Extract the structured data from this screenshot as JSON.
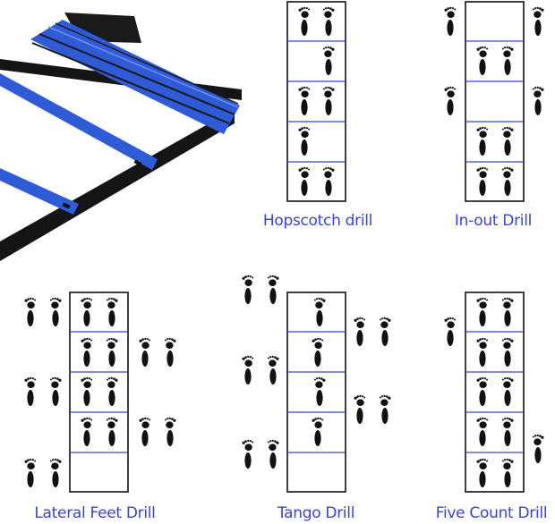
{
  "colors": {
    "caption": "#3b43c9",
    "rung_blue": "#2f5bd6",
    "foot": "#111111",
    "strap": "#151515"
  },
  "icons": {
    "photo": "agility-ladder-photo",
    "foot": "footprint-icon"
  },
  "drills": [
    {
      "id": "hopscotch",
      "title": "Hopscotch drill"
    },
    {
      "id": "in-out",
      "title": "In-out Drill"
    },
    {
      "id": "lateral-feet",
      "title": "Lateral Feet Drill"
    },
    {
      "id": "tango",
      "title": "Tango Drill"
    },
    {
      "id": "five-count",
      "title": "Five Count Drill"
    }
  ]
}
